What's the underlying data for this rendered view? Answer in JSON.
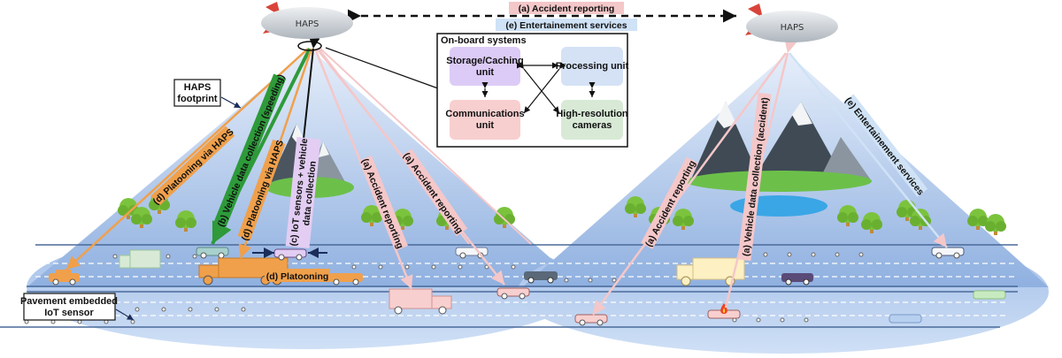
{
  "haps": {
    "left_label": "HAPS",
    "right_label": "HAPS"
  },
  "inter_haps_links": {
    "accident": "(a) Accident reporting",
    "entertainment": "(e) Entertainement services"
  },
  "onboard": {
    "title": "On-board systems",
    "storage": [
      "Storage/Caching",
      "unit"
    ],
    "processing": [
      "Processing unit"
    ],
    "communications": [
      "Communications",
      "unit"
    ],
    "cameras": [
      "High-resolution",
      "cameras"
    ]
  },
  "callouts": {
    "footprint": [
      "HAPS",
      "footprint"
    ],
    "sensor": [
      "Pavement embedded",
      "IoT sensor"
    ]
  },
  "links_left": {
    "platooning_haps_1": "(d) Platooning via HAPS",
    "vehicle_speeding": "(b) Vehicle data collection (speeding)",
    "platooning_haps_2": "(d) Platooning via HAPS",
    "iot_sensors": [
      "(c) IoT sensors + vehicle",
      "data collection"
    ],
    "accident_1": "(a) Accident reporting",
    "accident_2": "(a) Accident reporting",
    "platooning": "(d) Platooning"
  },
  "links_right": {
    "accident": "(a) Accident reporting",
    "vehicle_accident": "(a) Vehicle data collection (accident)",
    "entertainment": "(e) Entertainement services"
  },
  "colors": {
    "accident": "#f4c7c9",
    "entertainment": "#cfe2f6",
    "platooning": "#f0a04b",
    "speeding": "#2e9a3a",
    "iot": "#e3cdf3",
    "storage": "#dccbf6",
    "processing": "#d5e2f6",
    "communications": "#f8cfcf",
    "cameras": "#d8ead6"
  }
}
